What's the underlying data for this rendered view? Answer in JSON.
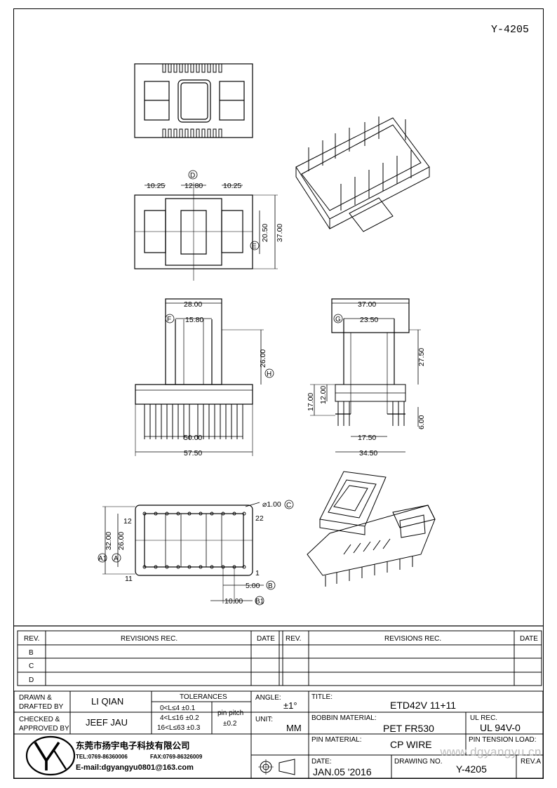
{
  "header": {
    "drawing_number": "Y-4205"
  },
  "views": {
    "top_dims": {
      "left": "10.25",
      "center": "12.80",
      "right": "10.25",
      "inner_h": "20.50",
      "outer_h": "37.00",
      "ref_d": "D",
      "ref_e": "E"
    },
    "front_dims": {
      "width_top": "28.00",
      "width_inner": "15.80",
      "height": "26.00",
      "pin_span": "50.00",
      "total_w": "57.50",
      "ref_f": "F",
      "ref_h": "H"
    },
    "side_dims": {
      "width_top": "37.00",
      "width_inner": "23.50",
      "height": "27.50",
      "h17": "17.00",
      "h12": "12.00",
      "pin_inner": "17.50",
      "pin_len": "6.00",
      "base_w": "34.50",
      "ref_g": "G"
    },
    "bottom_dims": {
      "hole": "1.00",
      "ref_c": "C",
      "h32": "32.00",
      "h26": "26.00",
      "ref_a1": "A1",
      "ref_a": "A",
      "pitch": "5.00",
      "ref_b": "B",
      "span10": "10.00",
      "ref_b1": "B1",
      "pin12": "12",
      "pin22": "22",
      "pin11": "11",
      "pin1": "1"
    }
  },
  "revisions": {
    "headers": {
      "rev": "REV.",
      "rec": "REVISIONS   REC.",
      "date": "DATE"
    },
    "rows": [
      "B",
      "C",
      "D"
    ]
  },
  "title_block": {
    "drawn_label_1": "DRAWN &",
    "drawn_label_2": "DRAFTED BY",
    "drawn_by": "LI QIAN",
    "checked_label_1": "CHECKED &",
    "checked_label_2": "APPROVED BY",
    "checked_by": "JEEF JAU",
    "tolerances_label": "TOLERANCES",
    "tol_1": "0<L≤4    ±0.1",
    "tol_2": "4<L≤16  ±0.2",
    "tol_3": "16<L≤63  ±0.3",
    "pin_pitch_label": "pin pitch",
    "pin_pitch_value": "±0.2",
    "angle_label": "ANGLE:",
    "angle_value": "±1°",
    "unit_label": "UNIT:",
    "unit_value": "MM",
    "title_label": "TITLE:",
    "title_value": "ETD42V  11+11",
    "bobbin_label": "BOBBIN MATERIAL:",
    "bobbin_value": "PET  FR530",
    "ul_label": "UL REC.",
    "ul_value": "UL  94V-0",
    "pin_material_label": "PIN MATERIAL:",
    "pin_material_value": "CP  WIRE",
    "pin_tension_label": "PIN TENSION LOAD:",
    "date_label": "DATE:",
    "date_value": "JAN.05  '2016",
    "drawing_no_label": "DRAWING NO.",
    "drawing_no_value": "Y-4205",
    "rev_label": "REV.A",
    "company_cn": "东莞市扬宇电子科技有限公司",
    "tel": "TEL:0769-86360006",
    "fax": "FAX:0769-86326009",
    "email": "E-mail:dgyangyu0801@163.com",
    "watermark": "www.dgyangyu.cn"
  }
}
